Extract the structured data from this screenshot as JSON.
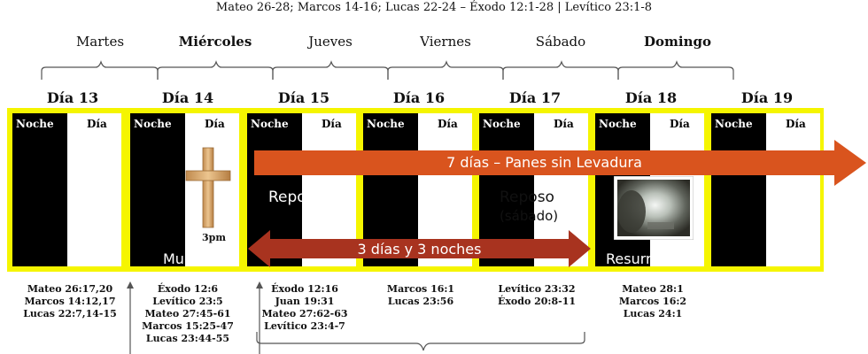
{
  "header": "Mateo 26-28; Marcos 14-16; Lucas 22-24 – Éxodo 12:1-28 | Levítico 23:1-8",
  "weekdays": [
    {
      "label": "Martes",
      "bold": false
    },
    {
      "label": "Miércoles",
      "bold": true
    },
    {
      "label": "Jueves",
      "bold": false
    },
    {
      "label": "Viernes",
      "bold": false
    },
    {
      "label": "Sábado",
      "bold": false
    },
    {
      "label": "Domingo",
      "bold": true
    }
  ],
  "days": [
    {
      "label": "Día 13",
      "night": "Noche",
      "day": "Día",
      "refs": [
        "Mateo 26:17,20",
        "Marcos 14:12,17",
        "Lucas 22:7,14-15"
      ]
    },
    {
      "label": "Día 14",
      "night": "Noche",
      "day": "Día",
      "refs": [
        "Éxodo 12:6",
        "Levítico 23:5",
        "Mateo 27:45-61",
        "Marcos 15:25-47",
        "Lucas 23:44-55"
      ]
    },
    {
      "label": "Día 15",
      "night": "Noche",
      "day": "Día",
      "refs": [
        "Éxodo 12:16",
        "Juan 19:31",
        "Mateo 27:62-63",
        "Levítico 23:4-7"
      ]
    },
    {
      "label": "Día 16",
      "night": "Noche",
      "day": "Día",
      "refs": [
        "Marcos 16:1",
        "Lucas 23:56"
      ]
    },
    {
      "label": "Día 17",
      "night": "Noche",
      "day": "Día",
      "refs": [
        "Levítico 23:32",
        "Éxodo 20:8-11"
      ]
    },
    {
      "label": "Día 18",
      "night": "Noche",
      "day": "Día",
      "refs": [
        "Mateo 28:1",
        "Marcos 16:2",
        "Lucas 24:1"
      ]
    },
    {
      "label": "Día 19",
      "night": "Noche",
      "day": "Día",
      "refs": []
    }
  ],
  "arrows": {
    "panes": "7 días – Panes sin Levadura",
    "three_days": "3 días y 3 noches"
  },
  "annotations": {
    "reposo1": "Reposo",
    "reposo2": "Reposo",
    "sabado": "(sábado)",
    "time": "3pm",
    "muerte": "Muerte",
    "resurreccion": "Resurreción"
  },
  "colors": {
    "frame": "#f5f500",
    "arrow_orange": "#d9541e",
    "arrow_red": "#a8331f",
    "cross": "#d9aa6a"
  },
  "icons": [
    "cross-image",
    "empty-tomb-image"
  ]
}
